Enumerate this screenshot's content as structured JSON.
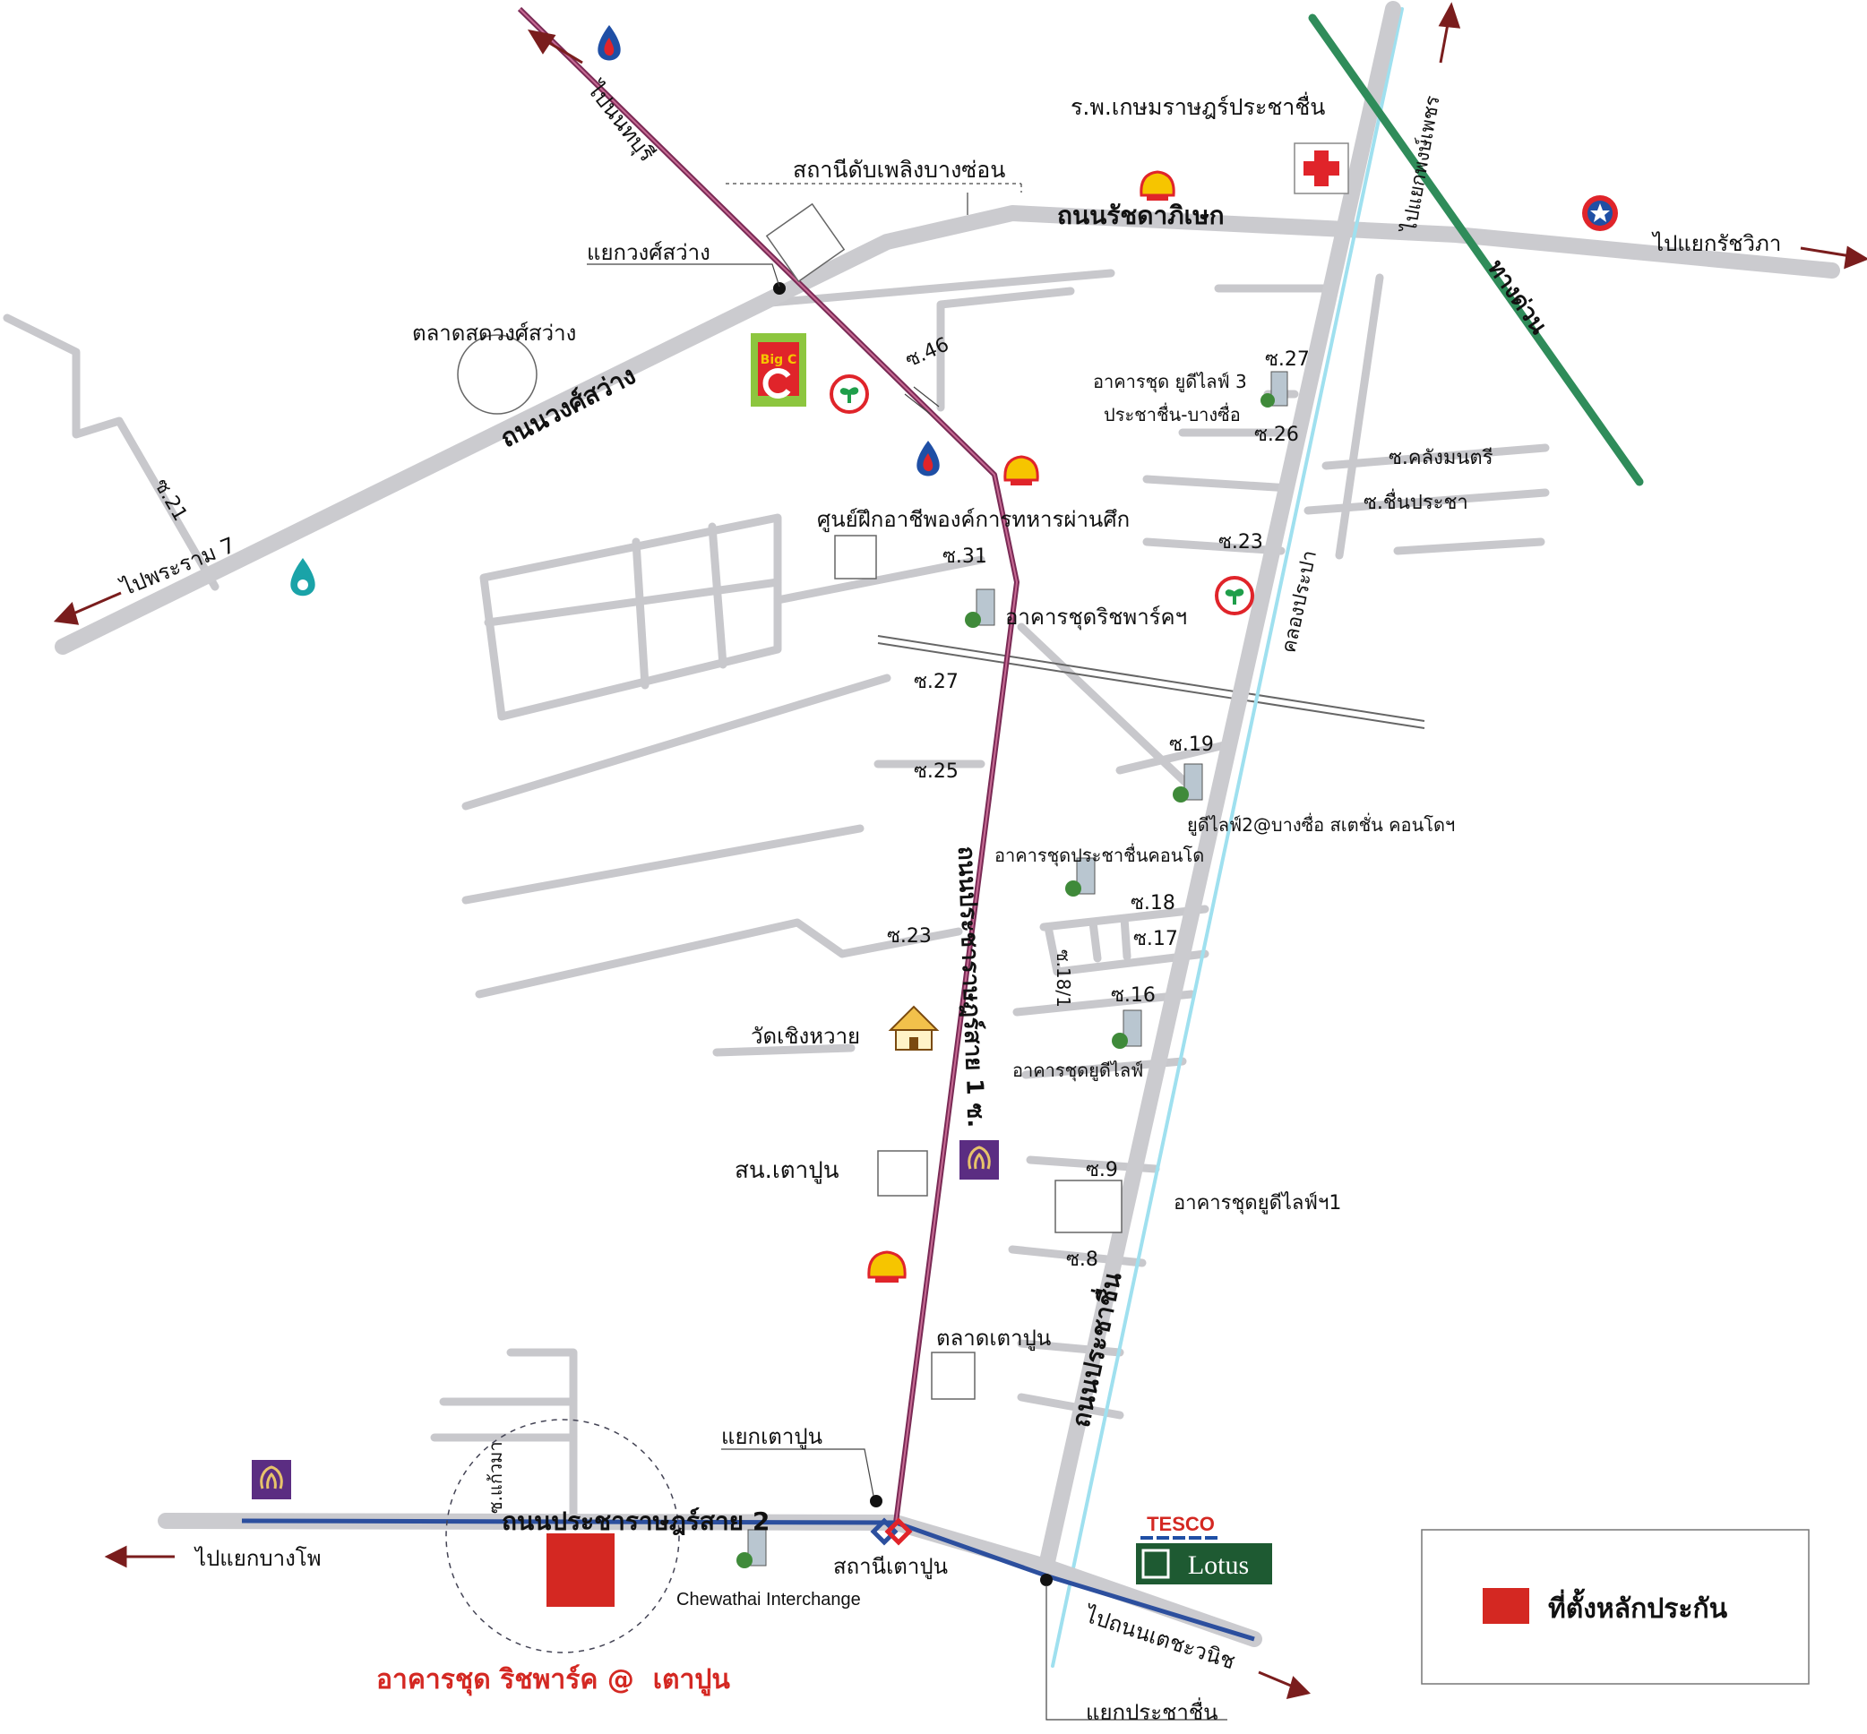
{
  "colors": {
    "background": "#ffffff",
    "minor_road": "#c8c8cc",
    "major_road": "#cbcbcf",
    "purple_line": "#7a2a55",
    "blue_line": "#2c4f9e",
    "expressway": "#2f8c5a",
    "canal": "#9fe0ef",
    "arrow": "#7a1d1d",
    "label": "#111111",
    "project": "#d42822",
    "project_title": "#d42822"
  },
  "labels": {
    "to_nonthaburi": "ไปนนทบุรี",
    "hospital": "ร.พ.เกษมราษฎร์ประชาชื่น",
    "to_ngam_wong_wan": "ไปแยกพงษ์เพชร",
    "expressway": "ทางด่วน",
    "fire_station": "สถานีดับเพลิงบางซ่อน",
    "ratchadaphisek_road": "ถนนรัชดาภิเษก",
    "to_chaeng_watthana": "ไปแยกรัชวิภา",
    "wong_sawang_junction": "แยกวงศ์สว่าง",
    "wong_sawang_market": "ตลาดสดวงศ์สว่าง",
    "wong_sawang_road": "ถนนวงศ์สว่าง",
    "soi_46": "ซ.46",
    "soi_27_east": "ซ.27",
    "uddelight3_a": "อาคารชุด ยูดีไลฟ์ 3",
    "uddelight3_b": "ประชาชื่น-บางซื่อ",
    "soi_26": "ซ.26",
    "soi_khlang_montri": "ซ.คลังมนตรี",
    "soi_chuen_pracha": "ซ.ชื่นประชา",
    "soi_21": "ซ.21",
    "to_rama7": "ไปพระราม 7",
    "veteran_center": "ศูนย์ฝึกอาชีพองค์การทหารผ่านศึก",
    "soi_23_east": "ซ.23",
    "soi_31": "ซ.31",
    "khlong_prapa": "คลองประปา",
    "richpark_condo": "อาคารชุดริชพาร์คฯ",
    "soi_27_west": "ซ.27",
    "soi_19": "ซ.19",
    "soi_25": "ซ.25",
    "uddelight2": "ยูดีไลฟ์2@บางซื่อ สเตชั่น คอนโดฯ",
    "pracha_chuen_condo": "อาคารชุดประชาชื่นคอนโด",
    "pracharat_sai1_road": "ถนนประชาราษฎร์สาย 1 ซ.",
    "soi_18": "ซ.18",
    "soi_17": "ซ.17",
    "soi_23_west": "ซ.23",
    "soi_18_1": "ซ.18/1",
    "soi_16": "ซ.16",
    "wat_choeng_wai": "วัดเชิงหวาย",
    "udelight_condo": "อาคารชุดยูดีไลฟ์",
    "tao_poon_police": "สน.เตาปูน",
    "soi_9": "ซ.9",
    "udelight1": "อาคารชุดยูดีไลฟ์ฯ1",
    "soi_8": "ซ.8",
    "tao_poon_market": "ตลาดเตาปูน",
    "pracha_chuen_road": "ถนนประชาชื่น",
    "tao_poon_junction": "แยกเตาปูน",
    "soi_kaew_ma": "ซ.แก้วมา",
    "pracharat_sai2_road": "ถนนประชาราษฎร์สาย 2",
    "to_bang_pho": "ไปแยกบางโพ",
    "tao_poon_station": "สถานีเตาปูน",
    "chewathai": "Chewathai Interchange",
    "to_thetsaban": "ไปถนนเตชะวนิช",
    "pracha_chuen_junction": "แยกประชาชื่น",
    "project_title": "อาคารชุด ริชพาร์ค @  เตาปูน",
    "tesco": "TESCO",
    "lotus": "Lotus",
    "big_c": "Big C"
  },
  "legend": {
    "label": "ที่ตั้งหลักประกัน",
    "swatch_color": "#d42822"
  },
  "icons": {
    "fuel_ptt": "ptt-fuel-icon",
    "fuel_shell": "shell-fuel-icon",
    "fuel_caltex": "caltex-fuel-icon",
    "fuel_pt": "pt-fuel-icon",
    "bank_kasikorn": "kasikorn-bank-icon",
    "bank_scb": "scb-bank-icon",
    "hospital": "hospital-cross-icon",
    "building": "condo-building-icon",
    "temple": "temple-icon",
    "mrt": "mrt-station-icon"
  }
}
